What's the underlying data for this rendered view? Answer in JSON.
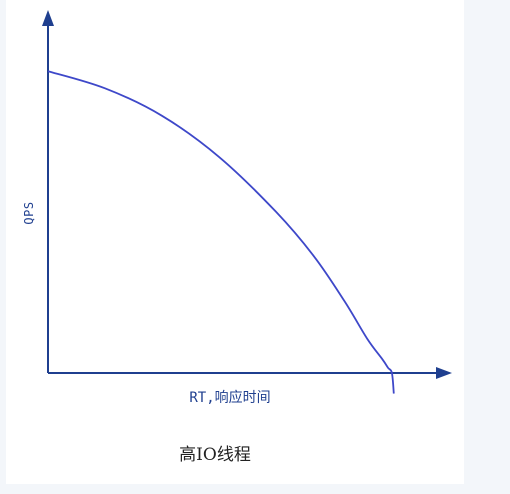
{
  "chart_data": {
    "type": "line",
    "title": "高IO线程",
    "xlabel": "RT,响应时间",
    "ylabel": "QPS",
    "axis_ticks": false,
    "grid": false,
    "legend": "none",
    "xlim": [
      0,
      100
    ],
    "ylim": [
      0,
      100
    ],
    "series": [
      {
        "color": "#3e48c9",
        "x": [
          0,
          15,
          30,
          45,
          60,
          70,
          78,
          84,
          88,
          89.5,
          90.5,
          91
        ],
        "y": [
          88,
          83,
          75,
          63,
          47,
          34,
          21,
          10,
          4,
          1.5,
          0,
          -6
        ]
      }
    ]
  },
  "colors": {
    "axis": "#1f3f8f",
    "curve": "#3e48c9",
    "background": "#f3f6fa",
    "panel": "#ffffff"
  }
}
